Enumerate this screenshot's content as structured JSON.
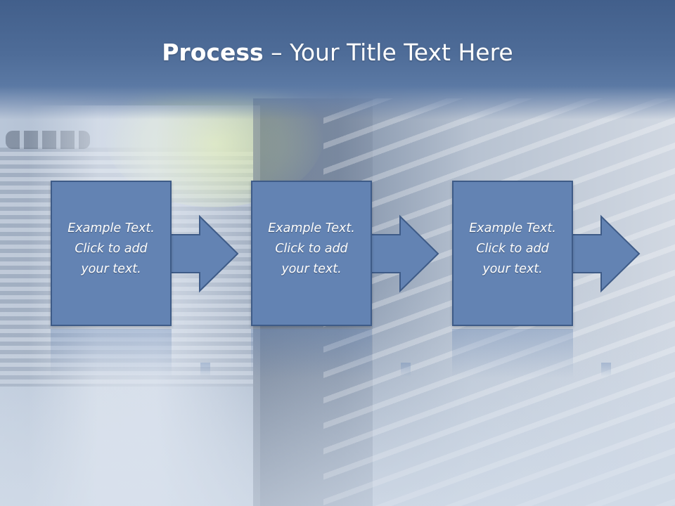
{
  "slide": {
    "title_strong": "Process",
    "title_rest": " – Your Title Text Here"
  },
  "steps": [
    {
      "line1": "Example Text.",
      "line2": "Click  to add",
      "line3": "your text."
    },
    {
      "line1": "Example Text.",
      "line2": "Click  to add",
      "line3": "your text."
    },
    {
      "line1": "Example Text.",
      "line2": "Click  to add",
      "line3": "your text."
    }
  ],
  "colors": {
    "title_band": "#4e6c98",
    "box_fill": "#6383b3",
    "box_border": "#3e5b87",
    "text": "#ffffff"
  }
}
